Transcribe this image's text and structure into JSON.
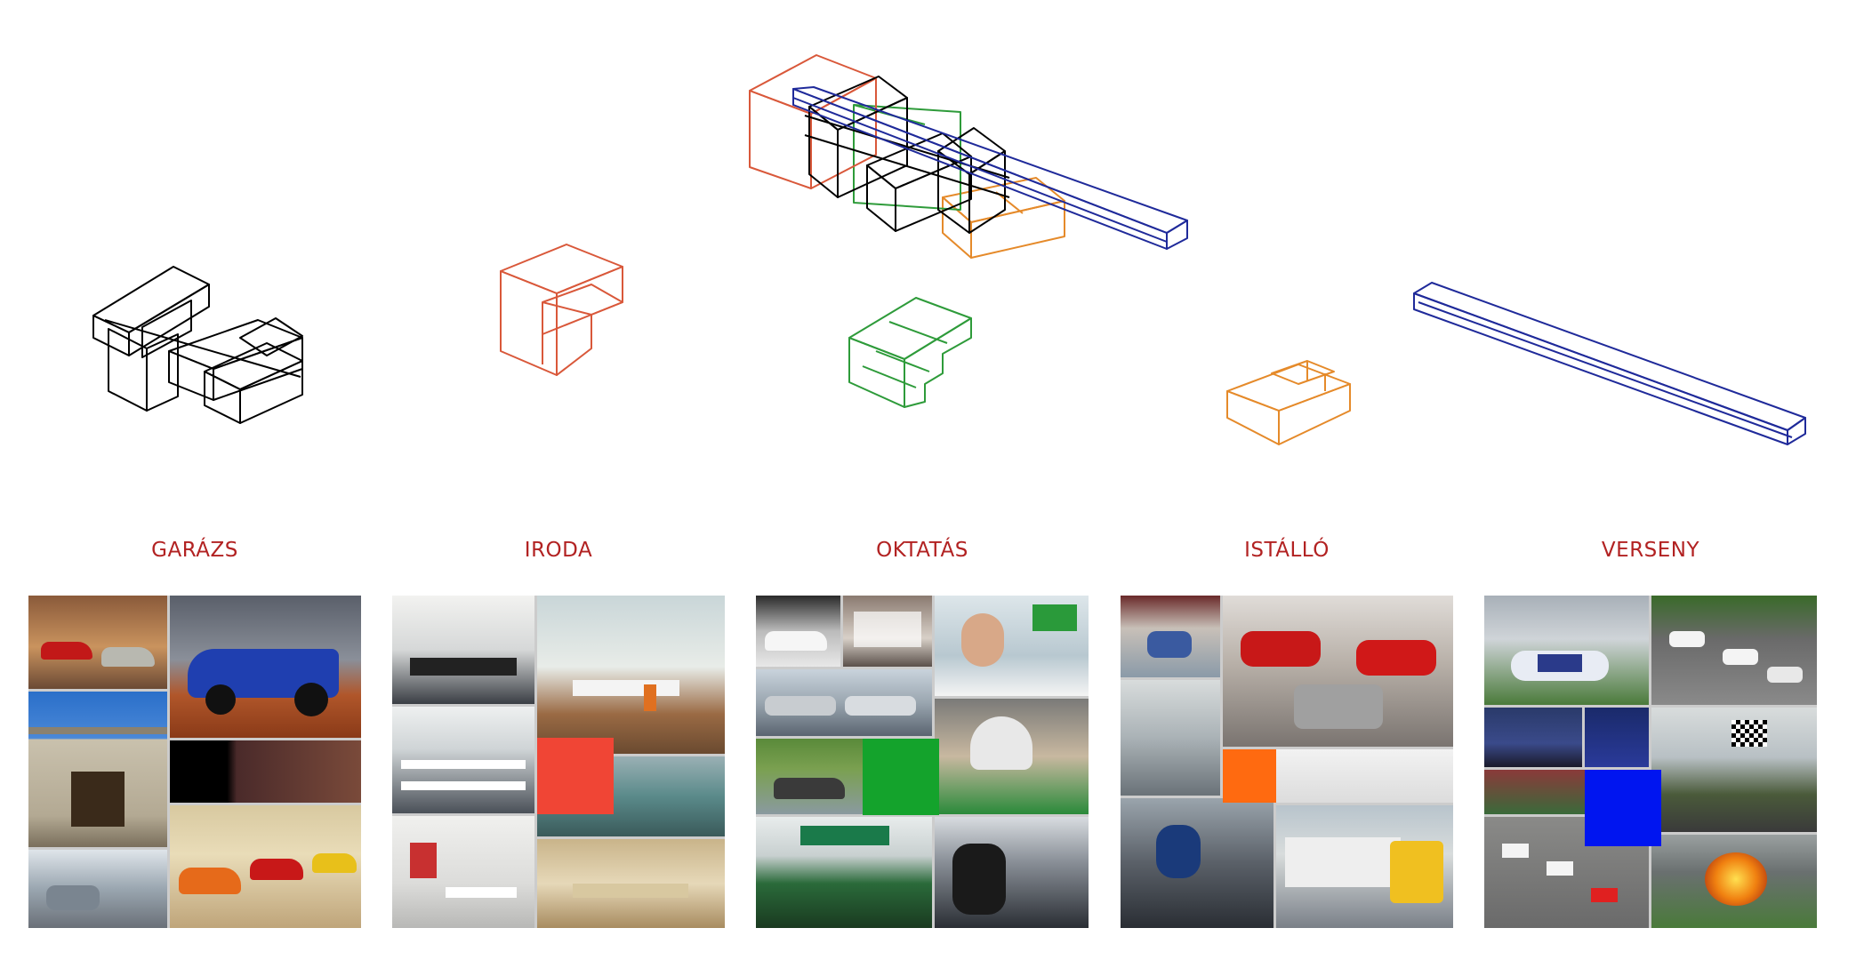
{
  "categories": [
    {
      "key": "garazs",
      "label": "GARÁZS",
      "color": "#000000",
      "swatch": "#000000"
    },
    {
      "key": "iroda",
      "label": "IRODA",
      "color": "#d9583a",
      "swatch": "#f04535"
    },
    {
      "key": "oktatas",
      "label": "OKTATÁS",
      "color": "#2e9b3a",
      "swatch": "#14a32c"
    },
    {
      "key": "istallo",
      "label": "ISTÁLLÓ",
      "color": "#e58a2a",
      "swatch": "#ff6a10"
    },
    {
      "key": "verseny",
      "label": "VERSENY",
      "color": "#1f2a9a",
      "swatch": "#0015f0"
    }
  ],
  "label_color": "#b22222"
}
